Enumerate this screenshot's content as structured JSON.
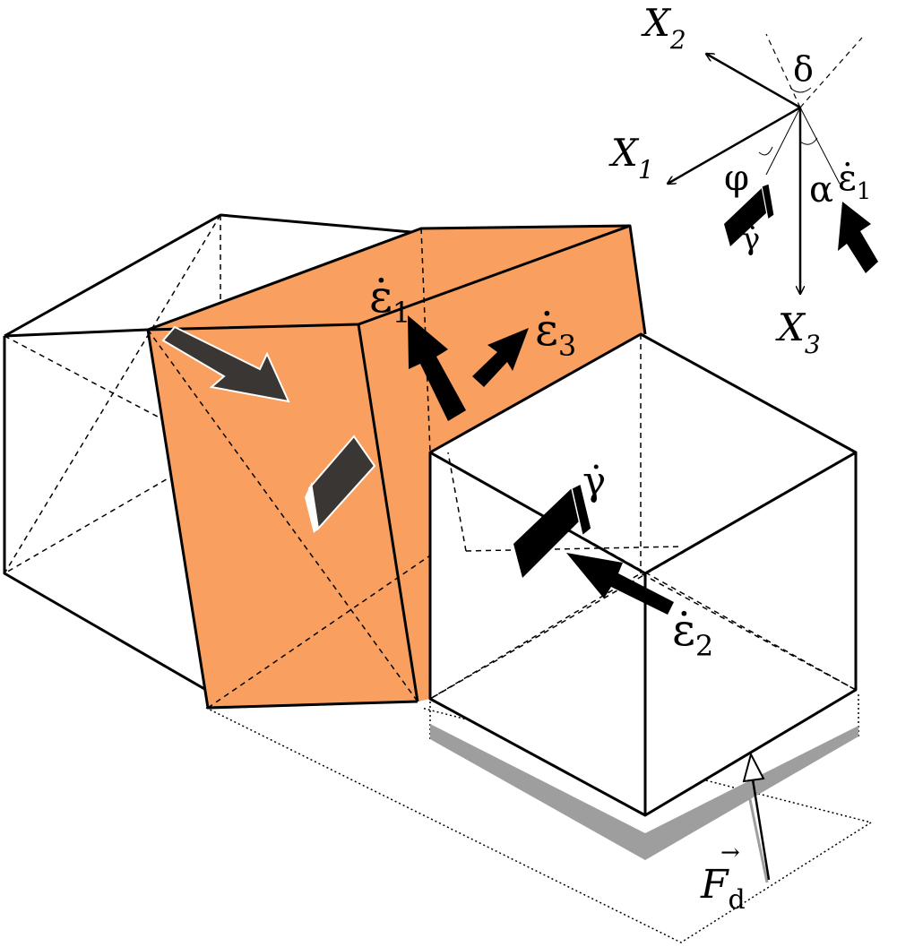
{
  "colors": {
    "block": "#F9A061",
    "shadow": "#9E9E9E",
    "arrow_dark": "#3A3633",
    "arrow_black": "#000000"
  },
  "axes": {
    "x1": "X",
    "x1_sub": "1",
    "x2": "X",
    "x2_sub": "2",
    "x3": "X",
    "x3_sub": "3"
  },
  "angles": {
    "delta": "δ",
    "phi": "φ",
    "alpha": "α"
  },
  "labels": {
    "eps1_main": "ε̇",
    "eps1_main_sub": "1",
    "eps2": "ε̇",
    "eps2_sub": "2",
    "eps3": "ε̇",
    "eps3_sub": "3",
    "gamma_main": "γ̇",
    "eps1_axes": "ε̇",
    "eps1_axes_sub": "1",
    "gamma_axes": "γ̇",
    "force": "F",
    "force_arrow": "→",
    "force_sub": "d"
  }
}
